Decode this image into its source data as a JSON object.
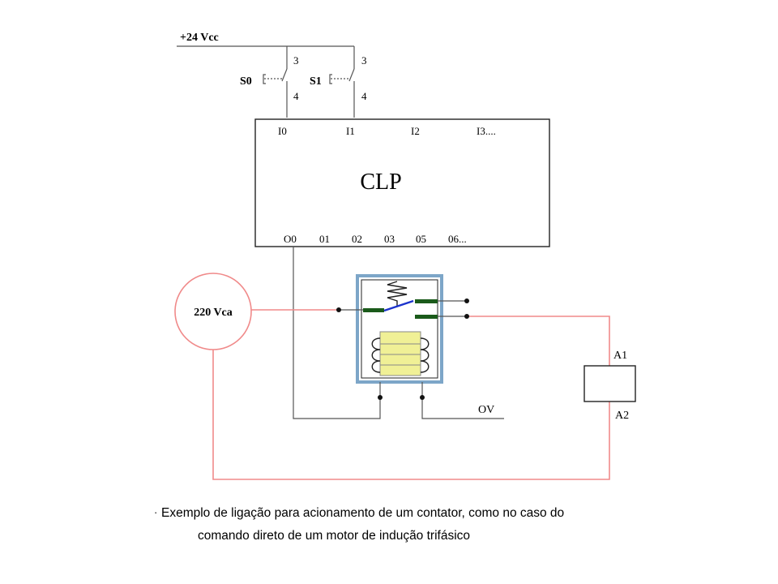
{
  "supply": {
    "label": "+24 Vcc"
  },
  "switches": [
    {
      "name": "S0",
      "top_pin": "3",
      "bottom_pin": "4"
    },
    {
      "name": "S1",
      "top_pin": "3",
      "bottom_pin": "4"
    }
  ],
  "plc": {
    "title": "CLP",
    "inputs": [
      "I0",
      "I1",
      "I2",
      "I3...."
    ],
    "outputs": [
      "O0",
      "01",
      "02",
      "03",
      "05",
      "06..."
    ]
  },
  "ac_source": {
    "label": "220 Vca"
  },
  "relay_ground": {
    "label": "OV"
  },
  "contactor": {
    "top_label": "A1",
    "bottom_label": "A2"
  },
  "caption": {
    "bullet": "·",
    "line1": "Exemplo de ligação para acionamento de um contator, como no caso do",
    "line2": "comando direto de um motor de indução trifásico"
  },
  "colors": {
    "ac_wire": "#f08a8a",
    "relay_frame_outer": "#7da6c8",
    "relay_coil_fill": "#f0f096",
    "relay_contact_bar": "#1a5a1a",
    "relay_armature": "#1c33cc"
  }
}
